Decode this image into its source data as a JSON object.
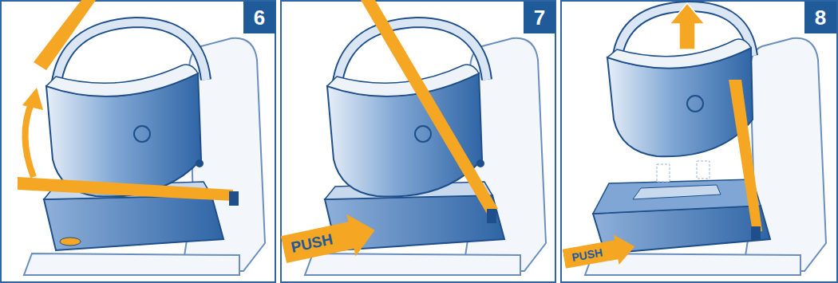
{
  "diagram": {
    "nodes": [
      {
        "text": [
          "6"
        ]
      },
      {
        "text": [
          "7"
        ]
      },
      {
        "text": [
          "PUSH"
        ]
      },
      {
        "text": [
          "8"
        ]
      },
      {
        "text": [
          "PUSH"
        ]
      }
    ]
  }
}
